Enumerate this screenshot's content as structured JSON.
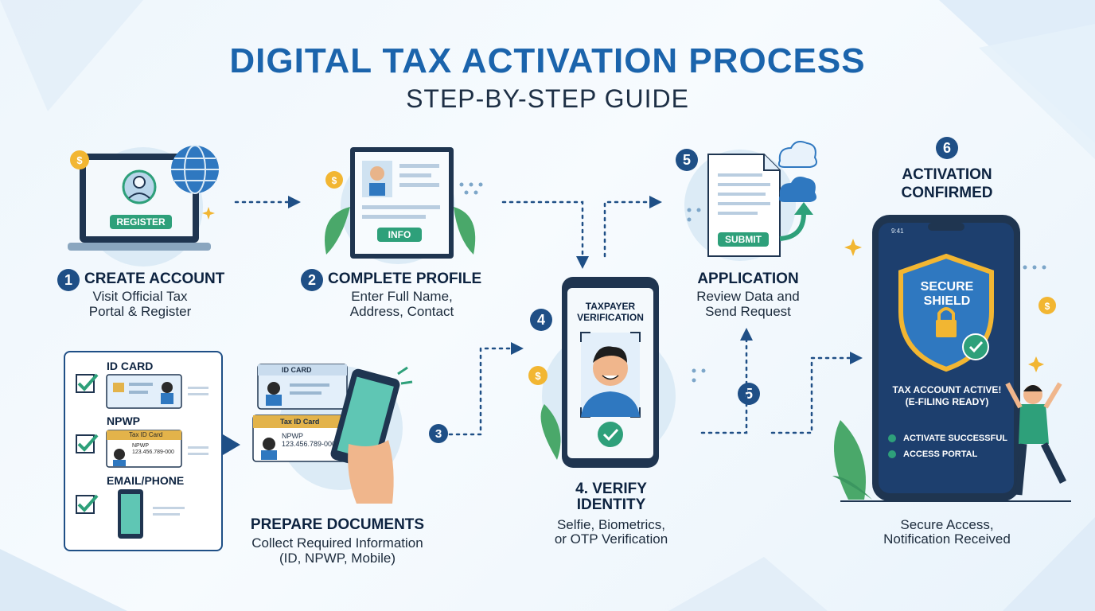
{
  "header": {
    "title": "DIGITAL TAX ACTIVATION PROCESS",
    "subtitle": "STEP-BY-STEP GUIDE"
  },
  "steps": {
    "create": {
      "number": "1",
      "title": "CREATE ACCOUNT",
      "desc_line1": "Visit Official Tax",
      "desc_line2": "Portal & Register",
      "button": "REGISTER"
    },
    "profile": {
      "number": "2",
      "title": "COMPLETE PROFILE",
      "desc_line1": "Enter Full Name,",
      "desc_line2": "Address, Contact",
      "button": "INFO"
    },
    "documents": {
      "number": "3",
      "title": "PREPARE DOCUMENTS",
      "desc_line1": "Collect Required Information",
      "desc_line2": "(ID, NPWP, Mobile)",
      "checklist": [
        {
          "label": "ID CARD"
        },
        {
          "label": "NPWP"
        },
        {
          "label": "EMAIL/PHONE"
        }
      ],
      "id_card_label": "ID CARD",
      "tax_card_label": "Tax ID Card",
      "npwp_label": "NPWP",
      "npwp_number": "123.456.789-000",
      "small_tax_label": "Tax ID Card",
      "small_npwp_label": "NPWP",
      "small_npwp_number": "123.456.789-000"
    },
    "verify": {
      "number": "4",
      "title_line1": "4. VERIFY",
      "title_line2": "IDENTITY",
      "desc_line1": "Selfie, Biometrics,",
      "desc_line2": "or OTP Verification",
      "phone_title_line1": "TAXPAYER",
      "phone_title_line2": "VERIFICATION"
    },
    "application": {
      "number": "5",
      "number_lower": "5",
      "title": "APPLICATION",
      "desc_line1": "Review Data and",
      "desc_line2": "Send Request",
      "button": "SUBMIT"
    },
    "confirmed": {
      "number": "6",
      "title_line1": "ACTIVATION",
      "title_line2": "CONFIRMED",
      "desc_line1": "Secure Access,",
      "desc_line2": "Notification Received",
      "phone_time": "9:41",
      "shield_line1": "SECURE",
      "shield_line2": "SHIELD",
      "status_line1": "TAX ACCOUNT ACTIVE!",
      "status_line2": "(E-FILING READY)",
      "items": [
        {
          "label": "ACTIVATE SUCCESSFUL"
        },
        {
          "label": "ACCESS PORTAL"
        }
      ]
    }
  },
  "colors": {
    "brand_blue": "#1b64ac",
    "navy": "#1f4f86",
    "green": "#2ea07a",
    "gold": "#f2b632"
  }
}
